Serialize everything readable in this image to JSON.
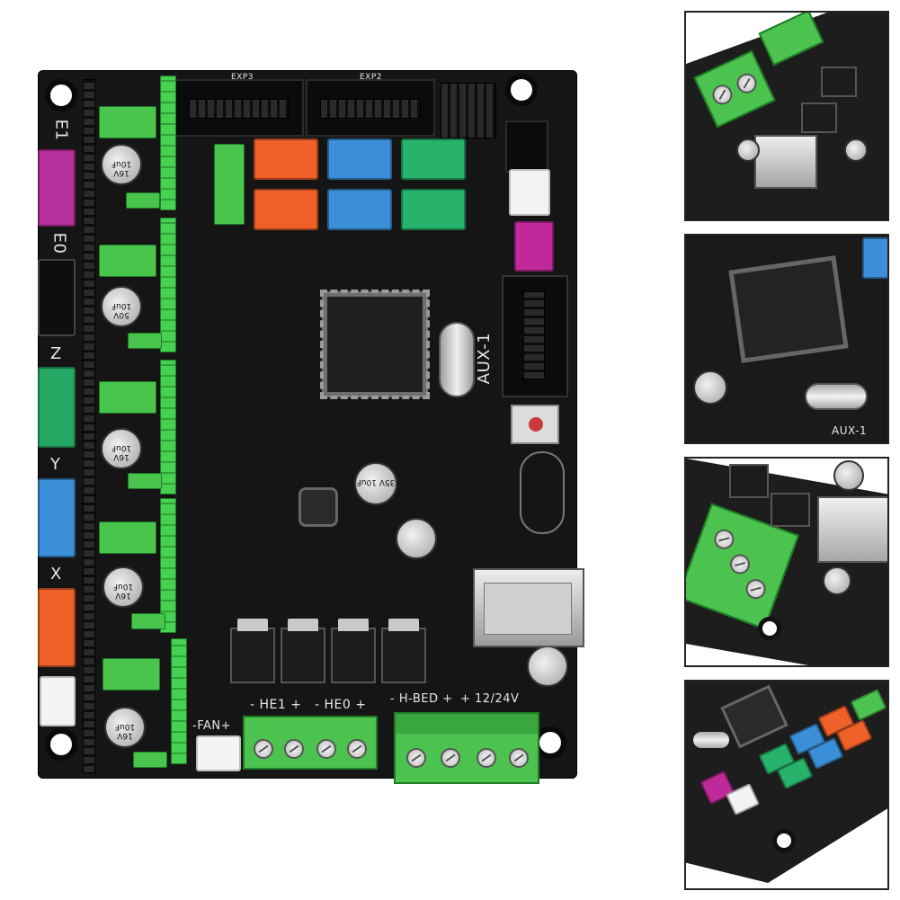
{
  "silkscreen": {
    "exp3": "EXP3",
    "exp2": "EXP2",
    "e1": "E1",
    "e0": "E0",
    "z": "Z",
    "y": "Y",
    "x": "X",
    "aux1": "AUX-1",
    "he1": "- HE1 +",
    "he0": "- HE0 +",
    "fan": "-FAN+",
    "hbed": "- H-BED +",
    "v24": "+ 12/24V",
    "cap_labels": [
      "16V 10uF",
      "50V 10uF",
      "16V 10uF",
      "16V 10uF",
      "16V 10uF",
      "35V 10uF"
    ],
    "inset_aux": "AUX-1"
  },
  "colors": {
    "board": "#151515",
    "green_header": "#3ec44a",
    "orange": "#f0612a",
    "blue": "#3a8fd8",
    "teal": "#27b36b",
    "magenta": "#c0299a",
    "white_conn": "#f4f4f4"
  }
}
